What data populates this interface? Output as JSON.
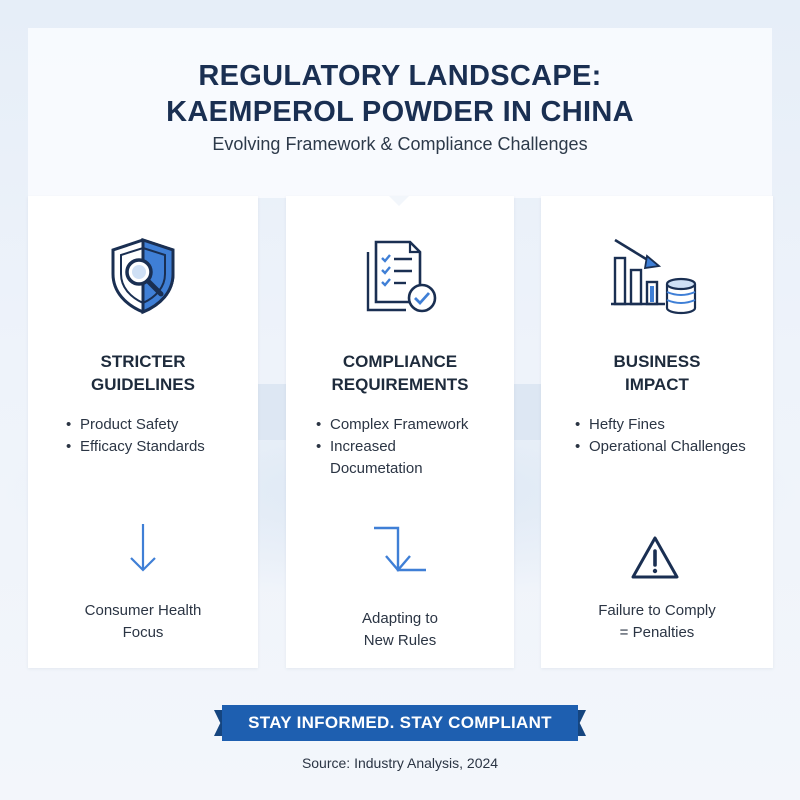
{
  "header": {
    "title_line1": "REGULATORY LANDSCAPE:",
    "title_line2": "KAEMPEROL POWDER IN CHINA",
    "subtitle": "Evolving Framework & Compliance Challenges"
  },
  "cards": [
    {
      "icon": "shield-magnifier-icon",
      "title_line1": "STRICTER",
      "title_line2": "GUIDELINES",
      "bullets": [
        "Product Safety",
        "Efficacy Standards"
      ],
      "footer_icon": "arrow-down-icon",
      "footer_line1": "Consumer Health",
      "footer_line2": "Focus"
    },
    {
      "icon": "checklist-document-icon",
      "title_line1": "COMPLIANCE",
      "title_line2": "REQUIREMENTS",
      "bullets": [
        "Complex Framework",
        "Increased"
      ],
      "bullet_continuation": "Documetation",
      "footer_icon": "turn-down-arrow-icon",
      "footer_line1": "Adapting to",
      "footer_line2": "New Rules"
    },
    {
      "icon": "declining-chart-coins-icon",
      "title_line1": "BUSINESS",
      "title_line2": "IMPACT",
      "bullets": [
        "Hefty Fines",
        "Operational Challenges"
      ],
      "footer_icon": "warning-triangle-icon",
      "footer_line1": "Failure to Comply",
      "footer_line2": "= Penalties"
    }
  ],
  "banner": {
    "text": "STAY INFORMED. STAY COMPLIANT"
  },
  "source": "Source: Industry Analysis, 2024",
  "colors": {
    "accent_blue": "#1e5fb0",
    "dark_navy": "#1a2f52",
    "icon_light_blue": "#3f7fd6"
  }
}
